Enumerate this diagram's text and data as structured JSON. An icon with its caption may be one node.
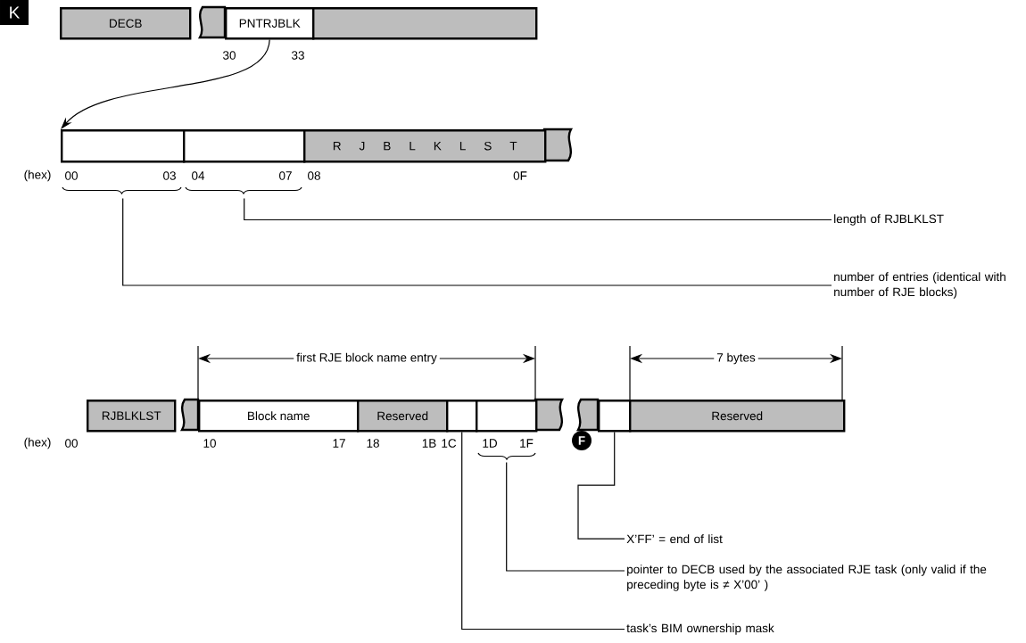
{
  "diagram": {
    "nodes": [
      {
        "text": [
          "DECB"
        ]
      },
      {
        "text": [
          "PNTRJBLK"
        ]
      },
      {
        "text": [],
        "shape": "box"
      },
      {
        "text": [],
        "shape": "box"
      },
      {
        "text": [],
        "shape": "box"
      },
      {
        "text": [
          "R J B L K L S T"
        ]
      },
      {
        "text": [
          "length of RJBLKLST"
        ]
      },
      {
        "text": [
          "number of entries (identical with number of RJE blocks)"
        ]
      },
      {
        "text": [
          "RJBLKLST"
        ]
      },
      {
        "text": [
          "Block name"
        ]
      },
      {
        "text": [
          "Reserved"
        ]
      },
      {
        "text": [],
        "shape": "box"
      },
      {
        "text": [],
        "shape": "box"
      },
      {
        "text": [],
        "shape": "box"
      },
      {
        "text": [
          "Reserved"
        ]
      },
      {
        "text": [
          "X’FF’ = end of list"
        ]
      },
      {
        "text": [
          "pointer to DECB used by the associated RJE task (only valid if the preceding byte is ≠ X’00’ )"
        ]
      },
      {
        "text": [
          "task’s BIM ownership mask"
        ]
      }
    ],
    "edges": [
      {
        "from": 1,
        "to": 3,
        "arrow": "to"
      },
      {
        "from": 6,
        "to": 4,
        "arrow": "none"
      },
      {
        "from": 7,
        "to": 3,
        "arrow": "none"
      },
      {
        "from": 15,
        "to": 13,
        "arrow": "none"
      },
      {
        "from": 16,
        "to": 12,
        "arrow": "none"
      },
      {
        "from": 17,
        "to": 11,
        "arrow": "none"
      }
    ],
    "labels": [
      "K",
      "30",
      "33",
      "(hex)",
      "00",
      "03",
      "04",
      "07",
      "08",
      "0F",
      "first RJE block name entry",
      "7 bytes",
      "(hex)",
      "00",
      "10",
      "17",
      "18",
      "1B",
      "1C",
      "1D",
      "1F",
      "F"
    ]
  }
}
